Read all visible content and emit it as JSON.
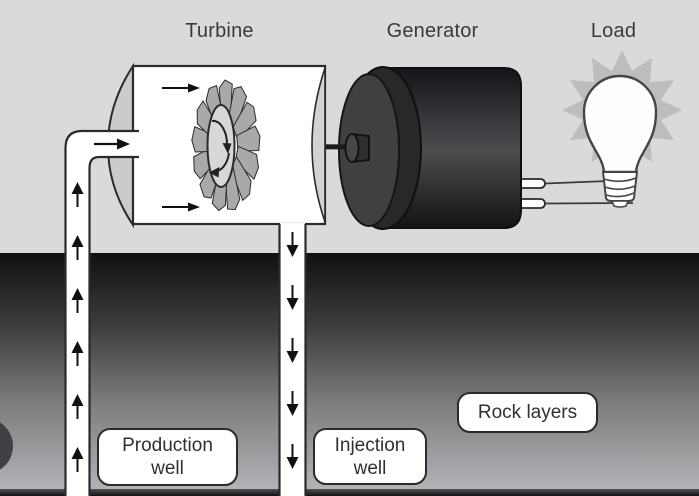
{
  "title_labels": {
    "turbine": "Turbine",
    "generator": "Generator",
    "load": "Load"
  },
  "well_labels": {
    "production": {
      "line1": "Production",
      "line2": "well"
    },
    "injection": {
      "line1": "Injection",
      "line2": "well"
    },
    "rock": {
      "label": "Rock layers"
    }
  },
  "colors": {
    "background": "#d9dadb",
    "outline": "#2b2b2b",
    "blade_gray": "#a7a9ab",
    "starburst": "#bcbdbf",
    "ground_top": "#101010",
    "ground_bottom": "#b2b3b6",
    "strip_top": "#515254",
    "strip_bottom": "#111214",
    "label_text": "#3a3a3a",
    "box_fill": "#ffffff",
    "cap_gray": "#c9cbcd",
    "hub_gray": "#d6d7d9"
  }
}
